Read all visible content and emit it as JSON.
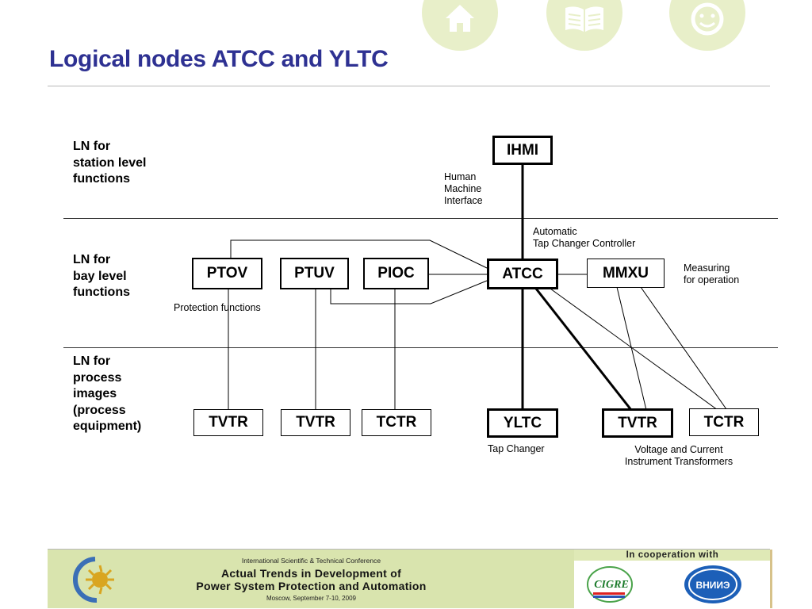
{
  "title": "Logical nodes ATCC and YLTC",
  "nav": [
    "home-icon",
    "book-icon",
    "smiley-icon"
  ],
  "levels": [
    {
      "label": "LN for\nstation level\nfunctions"
    },
    {
      "label": "LN for\nbay level\nfunctions"
    },
    {
      "label": "LN for\nprocess\nimages\n(process\nequipment)"
    }
  ],
  "nodes": {
    "ihmi": "IHMI",
    "ptov": "PTOV",
    "ptuv": "PTUV",
    "pioc": "PIOC",
    "atcc": "ATCC",
    "mmxu": "MMXU",
    "tvtr1": "TVTR",
    "tvtr2": "TVTR",
    "tctr1": "TCTR",
    "yltc": "YLTC",
    "tvtr3": "TVTR",
    "tctr2": "TCTR"
  },
  "annotations": {
    "hmi": "Human\nMachine\nInterface",
    "atcc": "Automatic\nTap Changer Controller",
    "measuring": "Measuring\nfor operation",
    "protection": "Protection functions",
    "tap_changer": "Tap Changer",
    "instrument": "Voltage and Current\nInstrument Transformers"
  },
  "footer": {
    "line1": "International Scientific & Technical Conference",
    "line2": "Actual Trends in Development of",
    "line3": "Power System Protection and Automation",
    "line4": "Moscow, September 7-10, 2009",
    "cooperation": "In cooperation with",
    "logo1_text": "CIGRE",
    "logo2_text": "ВНИИЭ"
  },
  "colors": {
    "title": "#2e3192",
    "nav_circle": "#e8efc9",
    "banner": "#d9e4ae"
  }
}
